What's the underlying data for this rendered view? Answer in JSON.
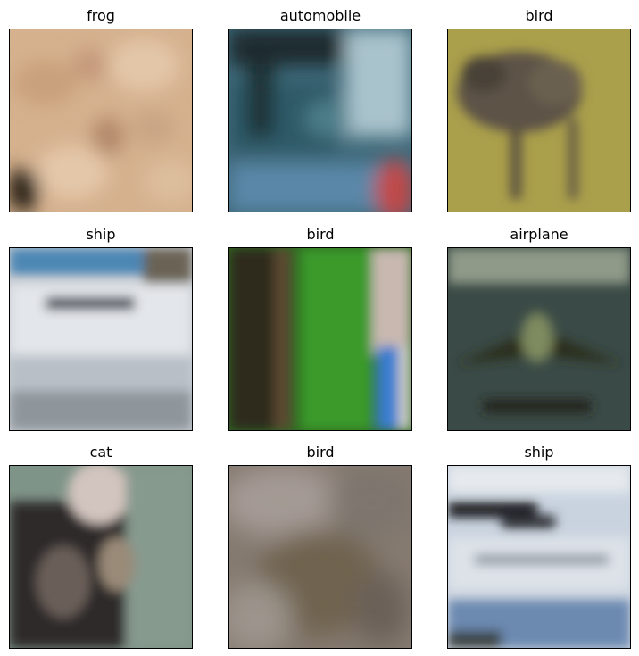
{
  "figure": {
    "panels": [
      {
        "label": "frog"
      },
      {
        "label": "automobile"
      },
      {
        "label": "bird"
      },
      {
        "label": "ship"
      },
      {
        "label": "bird"
      },
      {
        "label": "airplane"
      },
      {
        "label": "cat"
      },
      {
        "label": "bird"
      },
      {
        "label": "ship"
      }
    ]
  },
  "colors": {
    "frog_bg": "#d7b492",
    "automobile_bg": "#3f6a7a",
    "bird_grass": "#a99e48",
    "ship_sky": "#4f87b4",
    "forest_green": "#2f7d22",
    "airplane_sea": "#3c4c48",
    "cat_bg": "#7f9488",
    "bird_blur": "#8a8078",
    "ship_white": "#e6eaee"
  }
}
